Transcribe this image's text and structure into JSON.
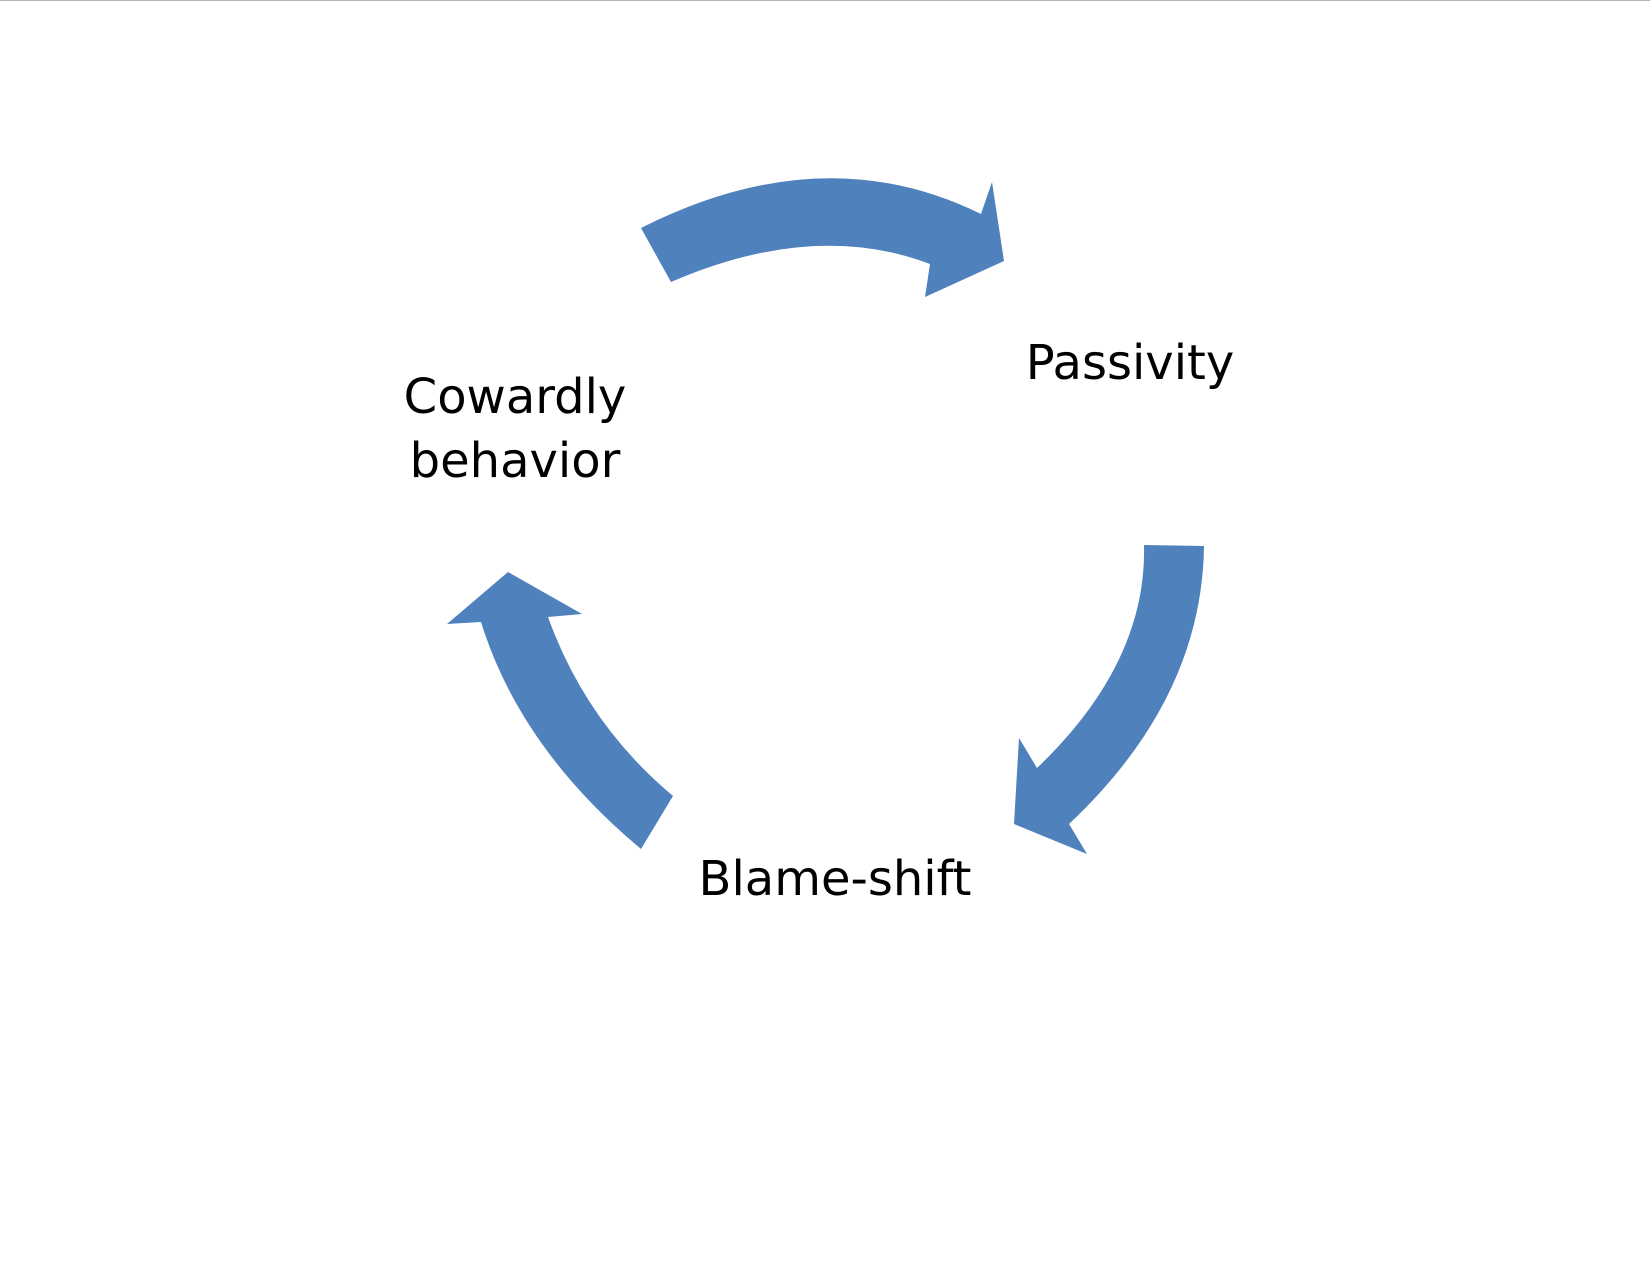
{
  "diagram": {
    "type": "cycle",
    "arrow_color": "#4f81bd",
    "text_color": "#000000",
    "nodes": [
      {
        "id": "cowardly",
        "lines": [
          "Cowardly",
          "behavior"
        ]
      },
      {
        "id": "passivity",
        "lines": [
          "Passivity"
        ]
      },
      {
        "id": "blame",
        "lines": [
          "Blame-shift"
        ]
      }
    ],
    "edges": [
      {
        "from": "Cowardly behavior",
        "to": "Passivity"
      },
      {
        "from": "Passivity",
        "to": "Blame-shift"
      },
      {
        "from": "Blame-shift",
        "to": "Cowardly behavior"
      }
    ]
  }
}
